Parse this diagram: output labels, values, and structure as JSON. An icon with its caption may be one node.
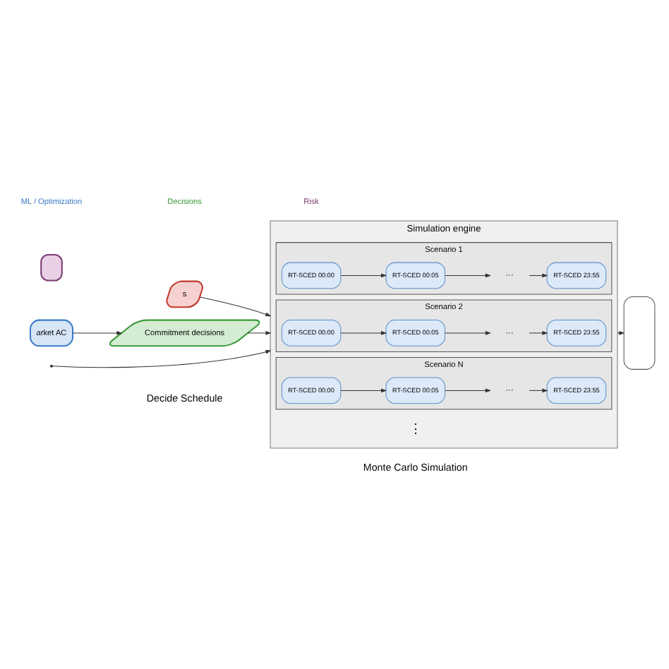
{
  "diagram": {
    "nodes": [
      {
        "text": [
          "Decide Schedule"
        ]
      },
      {
        "text": [
          "Monte Carlo Simulation"
        ]
      },
      {
        "text": [
          "s"
        ]
      },
      {
        "text": [
          "arket AC"
        ]
      },
      {
        "text": [
          "Commitment decisions"
        ]
      },
      {
        "text": [
          "Simulation engine"
        ]
      },
      {
        "text": [
          "Scenario 1"
        ],
        "in": 5
      },
      {
        "text": [
          "RT-SCED 00:00"
        ],
        "in": 6
      },
      {
        "text": [
          "RT-SCED 00:05"
        ],
        "in": 6
      },
      {
        "text": [
          "···"
        ],
        "in": 6
      },
      {
        "text": [
          "RT-SCED 23:55"
        ],
        "in": 6
      },
      {
        "text": [
          "Scenario 2"
        ],
        "in": 5
      },
      {
        "text": [
          "RT-SCED 00:00"
        ],
        "in": 11
      },
      {
        "text": [
          "RT-SCED 00:05"
        ],
        "in": 11
      },
      {
        "text": [
          "···"
        ],
        "in": 11
      },
      {
        "text": [
          "RT-SCED 23:55"
        ],
        "in": 11
      },
      {
        "text": [
          "Scenario N"
        ],
        "in": 5
      },
      {
        "text": [
          "RT-SCED 00:00"
        ],
        "in": 16
      },
      {
        "text": [
          "RT-SCED 00:05"
        ],
        "in": 16
      },
      {
        "text": [
          "···"
        ],
        "in": 16
      },
      {
        "text": [
          "RT-SCED 23:55"
        ],
        "in": 16
      },
      {
        "text": [],
        "shape": "box"
      },
      {
        "text": [],
        "shape": "box"
      }
    ],
    "edges": [
      {
        "from": 2,
        "to": 5,
        "arrow": "to"
      },
      {
        "from": 3,
        "to": 4,
        "arrow": "to"
      },
      {
        "from": 4,
        "to": 5,
        "arrow": "to"
      },
      {
        "from": null,
        "to": 5,
        "arrow": "to"
      },
      {
        "from": 7,
        "to": 8,
        "arrow": "to"
      },
      {
        "from": 8,
        "to": 9,
        "arrow": "to"
      },
      {
        "from": 9,
        "to": 10,
        "arrow": "to"
      },
      {
        "from": 12,
        "to": 13,
        "arrow": "to"
      },
      {
        "from": 13,
        "to": 14,
        "arrow": "to"
      },
      {
        "from": 14,
        "to": 15,
        "arrow": "to"
      },
      {
        "from": 17,
        "to": 18,
        "arrow": "to"
      },
      {
        "from": 18,
        "to": 19,
        "arrow": "to"
      },
      {
        "from": 19,
        "to": 20,
        "arrow": "to"
      },
      {
        "from": 5,
        "to": 21,
        "arrow": "to"
      }
    ],
    "labels": [
      "⋮"
    ],
    "legend": [
      {
        "text": "ML / Optimization"
      },
      {
        "text": "Decisions"
      },
      {
        "text": "Risk"
      }
    ]
  }
}
